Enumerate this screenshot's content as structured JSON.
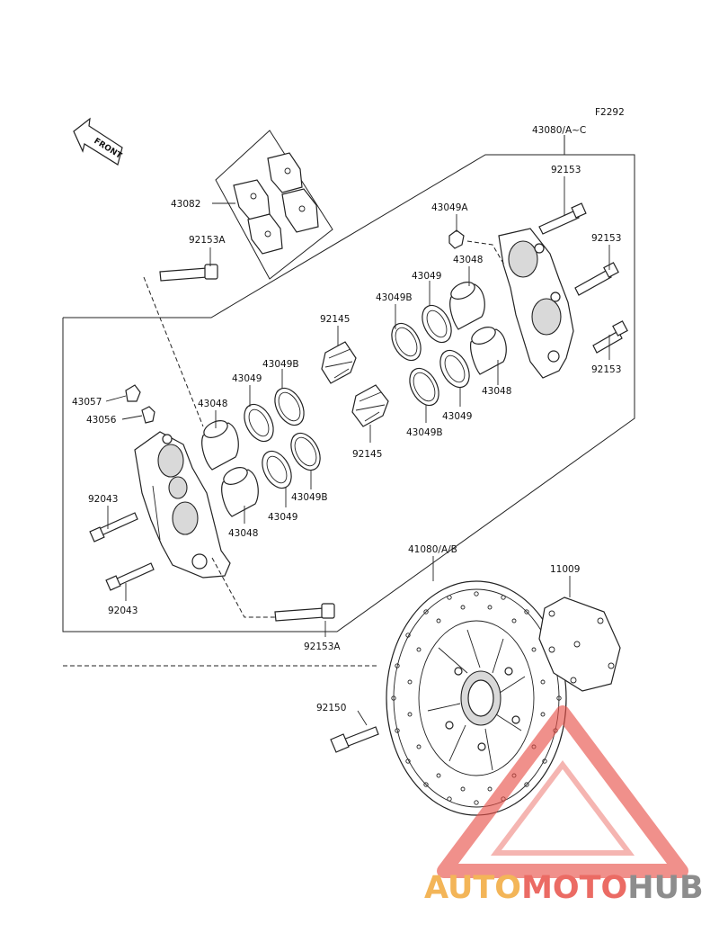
{
  "figure_code": "F2292",
  "front_label": "FRONT",
  "part_numbers": {
    "caliper_assy": "43080/A~C",
    "pads": "43082",
    "caliper_bolt_top": "92153",
    "bolt_a_upper": "92153A",
    "bolt_a_lower": "92153A",
    "bolt_right_1": "92153",
    "bolt_right_2": "92153",
    "bleeder_nut_right": "43049A",
    "piston_right_top": "43048",
    "piston_right_bottom": "43048",
    "seal_r_1": "43049",
    "seal_r_2": "43049B",
    "seal_r_3": "43049",
    "seal_r_4": "43049B",
    "spring_top": "92145",
    "spring_bottom": "92145",
    "seal_l_1": "43049",
    "seal_l_2": "43049B",
    "seal_l_3": "43049",
    "seal_l_4": "43049B",
    "piston_left_top": "43048",
    "piston_left_bottom": "43048",
    "bleeder_cap": "43057",
    "bleeder_valve": "43056",
    "caliper_screw_1": "92043",
    "caliper_screw_2": "92043",
    "disc": "41080/A/B",
    "disc_bolt": "92150",
    "shim": "11009"
  },
  "watermark": {
    "part1": "AUTO",
    "part2": "MOTO",
    "part3": "HUB",
    "color_orange": "#f2a93b",
    "color_red": "#e8524a",
    "color_gray": "#7a7a7a"
  }
}
